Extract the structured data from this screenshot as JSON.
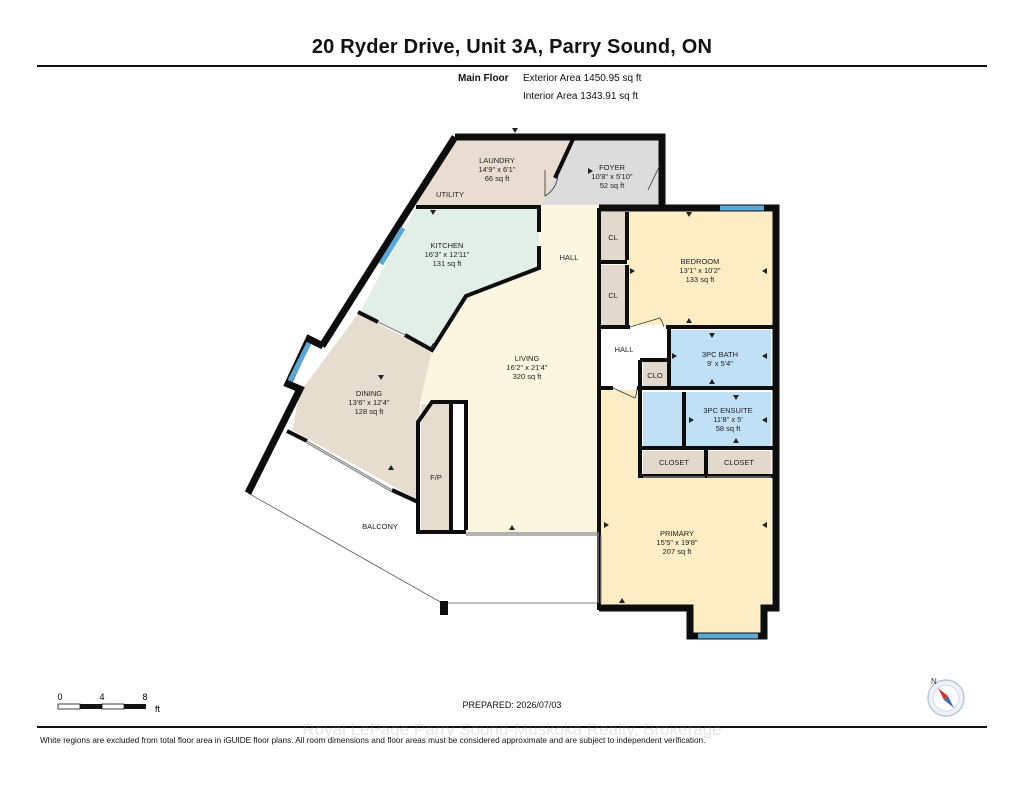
{
  "header": {
    "title": "20 Ryder Drive, Unit 3A, Parry Sound, ON",
    "floor_label": "Main Floor",
    "exterior_area": "Exterior Area 1450.95 sq ft",
    "interior_area": "Interior Area 1343.91 sq ft"
  },
  "rooms": {
    "laundry": {
      "name": "LAUNDRY",
      "dims": "14'9\" x 6'1\"",
      "area": "66 sq ft"
    },
    "foyer": {
      "name": "FOYER",
      "dims": "10'8\" x 5'10\"",
      "area": "52 sq ft"
    },
    "utility": {
      "name": "UTILITY"
    },
    "kitchen": {
      "name": "KITCHEN",
      "dims": "16'3\" x 12'11\"",
      "area": "131 sq ft"
    },
    "hall_top": {
      "name": "HALL"
    },
    "cl_1": {
      "name": "CL"
    },
    "cl_2": {
      "name": "CL"
    },
    "bedroom": {
      "name": "BEDROOM",
      "dims": "13'1\" x 10'2\"",
      "area": "133 sq ft"
    },
    "hall_mid": {
      "name": "HALL"
    },
    "bath": {
      "name": "3PC BATH",
      "dims": "9' x 5'4\""
    },
    "clo": {
      "name": "CLO"
    },
    "living": {
      "name": "LIVING",
      "dims": "16'2\" x 21'4\"",
      "area": "320 sq ft"
    },
    "dining": {
      "name": "DINING",
      "dims": "13'6\" x 12'4\"",
      "area": "128 sq ft"
    },
    "ensuite": {
      "name": "3PC ENSUITE",
      "dims": "11'8\" x 5'",
      "area": "58 sq ft"
    },
    "closet_1": {
      "name": "CLOSET"
    },
    "closet_2": {
      "name": "CLOSET"
    },
    "fp": {
      "name": "F/P"
    },
    "balcony": {
      "name": "BALCONY"
    },
    "primary": {
      "name": "PRIMARY",
      "dims": "15'5\" x 19'8\"",
      "area": "207 sq ft"
    }
  },
  "colors": {
    "wall": "#0d0d0d",
    "window": "#5ba8d6",
    "laundry": "#e8ddd0",
    "foyer": "#dcdcdc",
    "kitchen": "#e2efe6",
    "living": "#fbf6df",
    "dining": "#e6ddcf",
    "bedroom": "#fcedc4",
    "bath": "#bfe0f5",
    "closet": "#e2d9cc"
  },
  "scale": {
    "ticks": [
      "0",
      "4",
      "8"
    ],
    "unit": "ft"
  },
  "compass": {
    "label": "N"
  },
  "prepared": "PREPARED: 2026/07/03",
  "watermark": "Royal LePage Parry Sound-Muskoka Realty, Brokerage",
  "footer_note": "White regions are excluded from total floor area in iGUIDE floor plans. All room dimensions and floor areas must be considered approximate and are subject to independent verification."
}
